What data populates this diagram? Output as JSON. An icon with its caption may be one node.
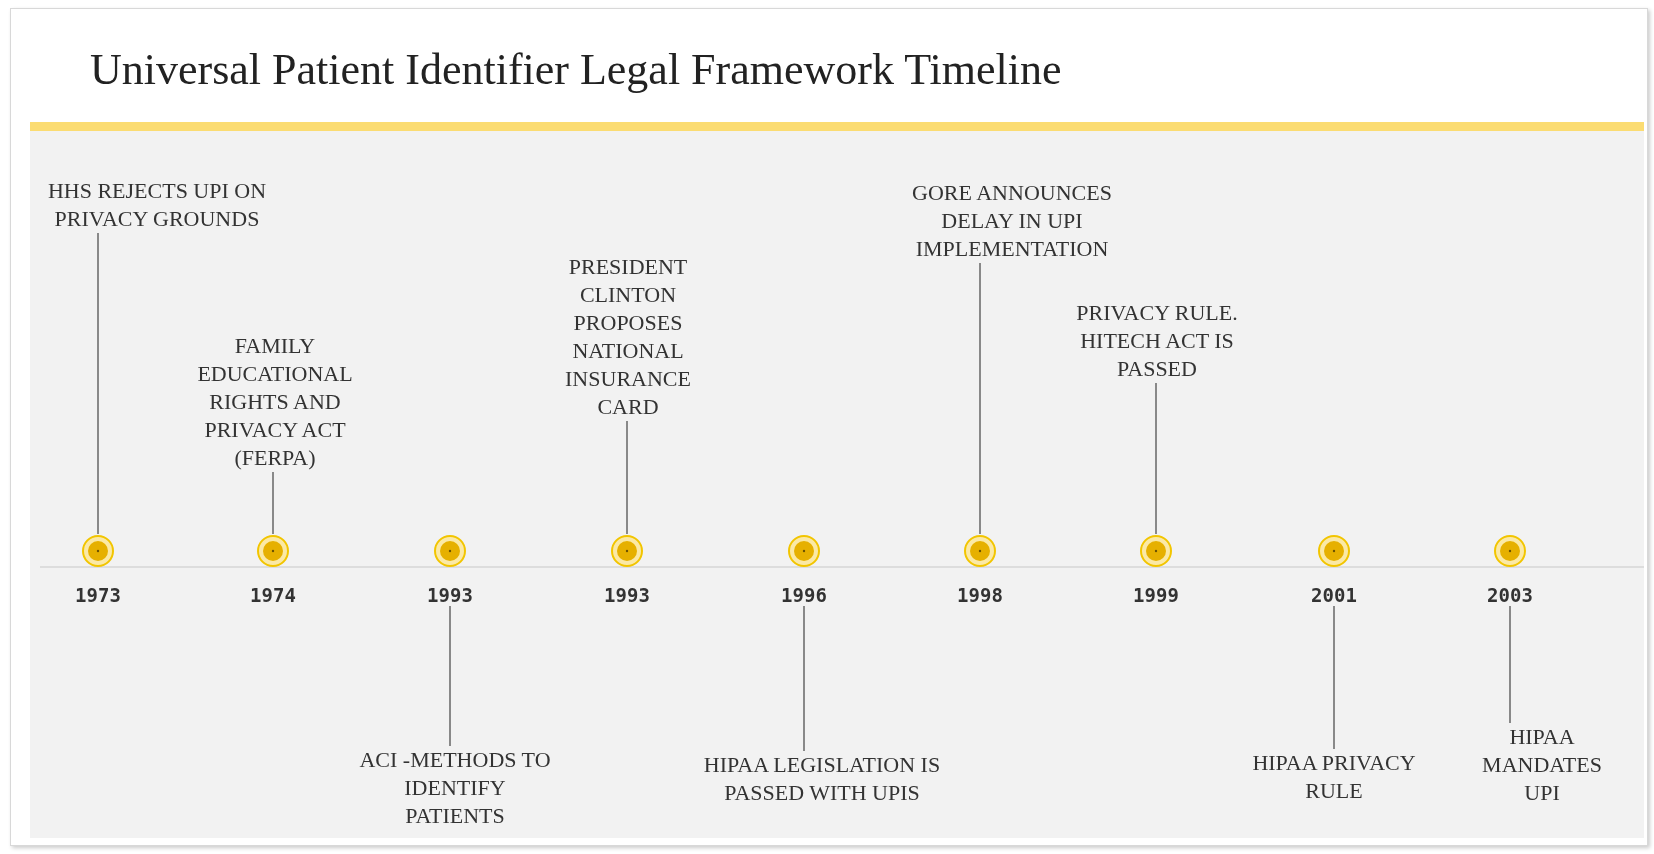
{
  "diagram": {
    "title": "Universal Patient Identifier Legal Framework Timeline",
    "nodes": [
      {
        "text": [
          "HHS REJECTS UPI ON PRIVACY GROUNDS"
        ]
      },
      {
        "text": [],
        "shape": "circle",
        "beside": [
          "1973"
        ]
      },
      {
        "text": [
          "FAMILY EDUCATIONAL RIGHTS AND PRIVACY ACT (FERPA)"
        ]
      },
      {
        "text": [],
        "shape": "circle",
        "beside": [
          "1974"
        ]
      },
      {
        "text": [
          "ACI -METHODS TO IDENTIFY PATIENTS"
        ]
      },
      {
        "text": [],
        "shape": "circle",
        "beside": [
          "1993"
        ]
      },
      {
        "text": [
          "PRESIDENT CLINTON PROPOSES NATIONAL INSURANCE CARD"
        ]
      },
      {
        "text": [],
        "shape": "circle",
        "beside": [
          "1993"
        ]
      },
      {
        "text": [
          "HIPAA LEGISLATION IS PASSED WITH UPIS"
        ]
      },
      {
        "text": [],
        "shape": "circle",
        "beside": [
          "1996"
        ]
      },
      {
        "text": [
          "GORE ANNOUNCES DELAY IN UPI IMPLEMENTATION"
        ]
      },
      {
        "text": [],
        "shape": "circle",
        "beside": [
          "1998"
        ]
      },
      {
        "text": [
          "PRIVACY RULE. HITECH ACT IS PASSED"
        ]
      },
      {
        "text": [],
        "shape": "circle",
        "beside": [
          "1999"
        ]
      },
      {
        "text": [
          "HIPAA PRIVACY RULE"
        ]
      },
      {
        "text": [],
        "shape": "circle",
        "beside": [
          "2001"
        ]
      },
      {
        "text": [
          "HIPAA MANDATES UPI"
        ]
      },
      {
        "text": [],
        "shape": "circle",
        "beside": [
          "2003"
        ]
      }
    ],
    "edges": [
      {
        "from": 0,
        "to": 1,
        "arrow": "none"
      },
      {
        "from": 2,
        "to": 3,
        "arrow": "none"
      },
      {
        "from": 4,
        "to": 5,
        "arrow": "none"
      },
      {
        "from": 6,
        "to": 7,
        "arrow": "none"
      },
      {
        "from": 8,
        "to": 9,
        "arrow": "none"
      },
      {
        "from": 10,
        "to": 11,
        "arrow": "none"
      },
      {
        "from": 12,
        "to": 13,
        "arrow": "none"
      },
      {
        "from": 14,
        "to": 15,
        "arrow": "none"
      },
      {
        "from": 16,
        "to": 17,
        "arrow": "none"
      }
    ]
  }
}
